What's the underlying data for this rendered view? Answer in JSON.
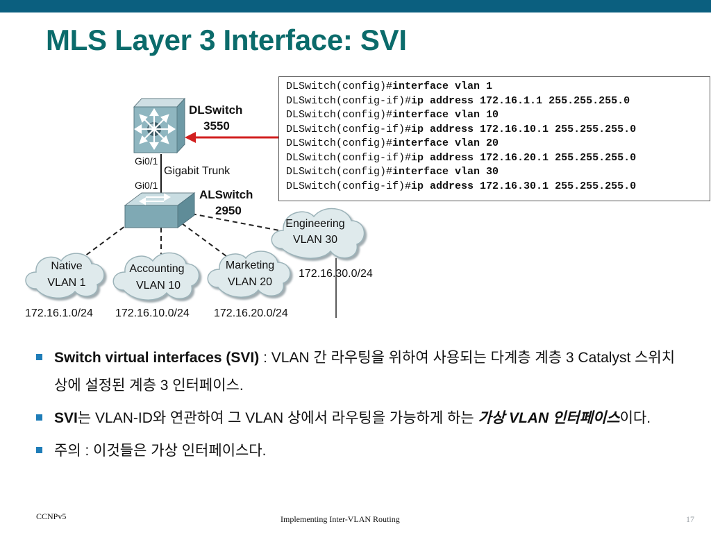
{
  "slide": {
    "title": "MLS Layer 3 Interface: SVI",
    "footer_left": "CCNPv5",
    "footer_center": "Implementing Inter-VLAN Routing",
    "page_number": "17"
  },
  "diagram": {
    "dlswitch": {
      "name": "DLSwitch",
      "model": "3550"
    },
    "alswitch": {
      "name": "ALSwitch",
      "model": "2950"
    },
    "port_top": "Gi0/1",
    "port_bottom": "Gi0/1",
    "trunk_label": "Gigabit Trunk",
    "clouds": [
      {
        "line1": "Native",
        "line2": "VLAN 1",
        "subnet": "172.16.1.0/24"
      },
      {
        "line1": "Accounting",
        "line2": "VLAN 10",
        "subnet": "172.16.10.0/24"
      },
      {
        "line1": "Marketing",
        "line2": "VLAN 20",
        "subnet": "172.16.20.0/24"
      },
      {
        "line1": "Engineering",
        "line2": "VLAN 30",
        "subnet": "172.16.30.0/24"
      }
    ]
  },
  "config": [
    {
      "prompt": "DLSwitch(config)#",
      "command": "interface vlan 1"
    },
    {
      "prompt": "DLSwitch(config-if)#",
      "command": "ip address 172.16.1.1 255.255.255.0"
    },
    {
      "prompt": "DLSwitch(config)#",
      "command": "interface vlan 10"
    },
    {
      "prompt": "DLSwitch(config-if)#",
      "command": "ip address 172.16.10.1 255.255.255.0"
    },
    {
      "prompt": "DLSwitch(config)#",
      "command": "interface vlan 20"
    },
    {
      "prompt": "DLSwitch(config-if)#",
      "command": "ip address 172.16.20.1 255.255.255.0"
    },
    {
      "prompt": "DLSwitch(config)#",
      "command": "interface vlan 30"
    },
    {
      "prompt": "DLSwitch(config-if)#",
      "command": "ip address 172.16.30.1 255.255.255.0"
    }
  ],
  "bullets": [
    {
      "bold": "Switch virtual interfaces (SVI)",
      "text": "  : VLAN 간 라우팅을 위하여 사용되는 다계층 계층 3 Catalyst 스위치 상에 설정된 계층 3 인터페이스."
    },
    {
      "bold": "SVI",
      "text": "는 VLAN-ID와 연관하여 그 VLAN 상에서 라우팅을 가능하게 하는 ",
      "italic": "가상 VLAN 인터페이스",
      "tail": "이다."
    },
    {
      "text": "주의 : 이것들은 가상 인터페이스다."
    }
  ],
  "colors": {
    "accent": "#0b5f7f",
    "title": "#0b6b6b",
    "bullet": "#1f7db8",
    "arrow": "#d21f1f"
  }
}
